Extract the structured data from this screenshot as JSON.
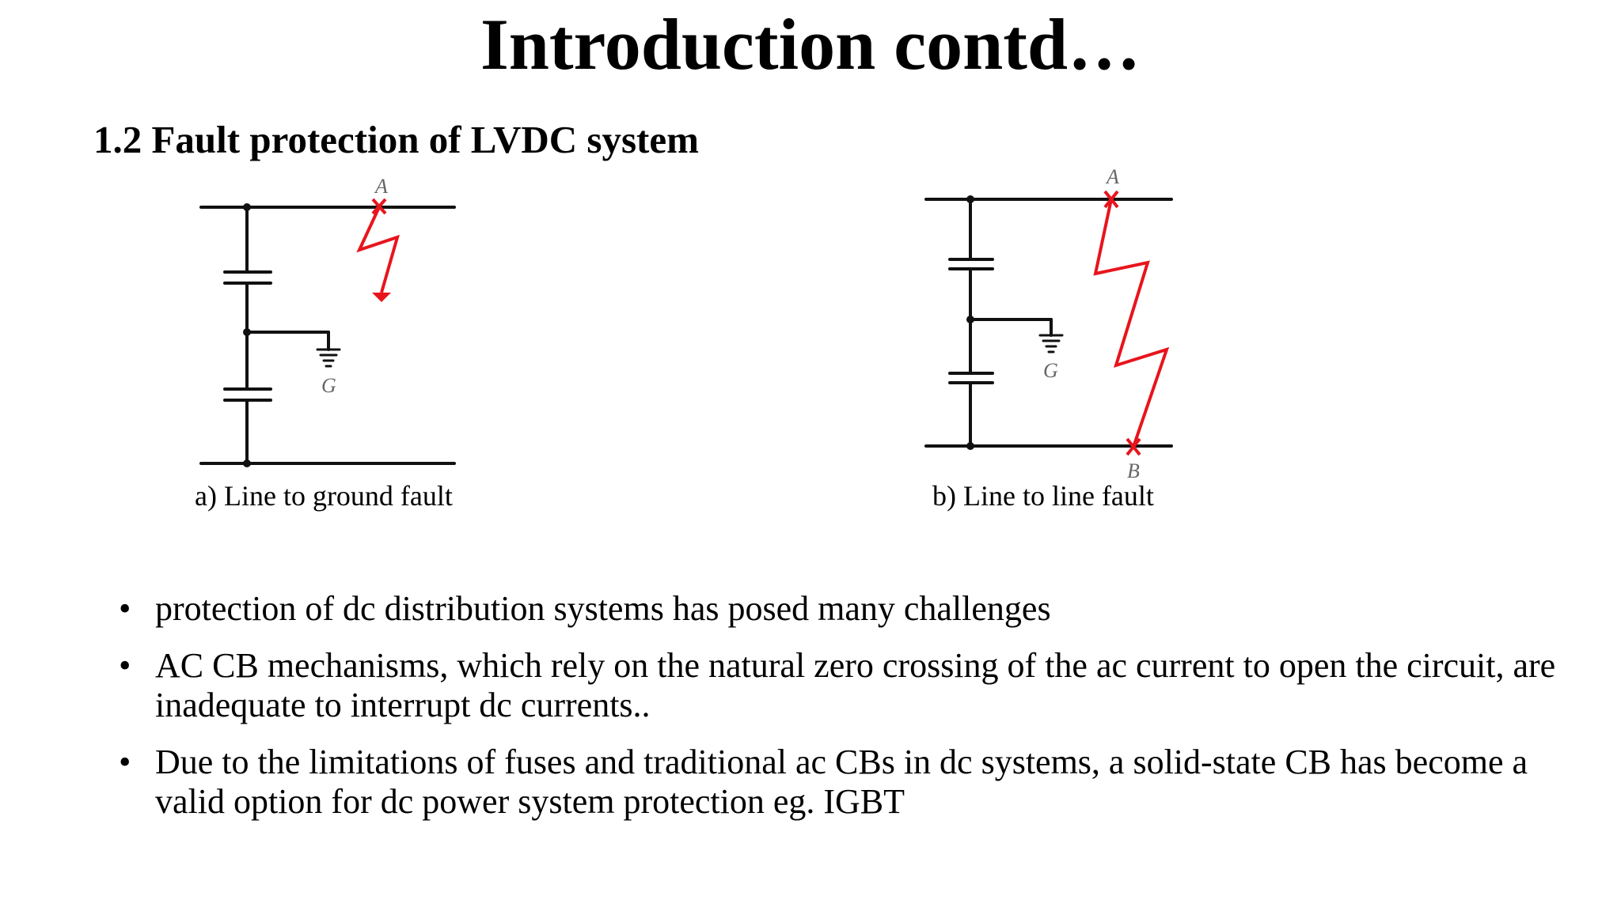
{
  "slide": {
    "title": "Introduction contd…",
    "section_heading": "1.2 Fault protection of LVDC system"
  },
  "figures": {
    "a": {
      "caption": "a) Line to ground fault",
      "labels": {
        "fault_point": "A",
        "ground": "G"
      }
    },
    "b": {
      "caption": "b) Line to line fault",
      "labels": {
        "fault_point_top": "A",
        "fault_point_bottom": "B",
        "ground": "G"
      }
    },
    "colors": {
      "wire": "#111111",
      "fault": "#e8141c",
      "label": "#666666"
    }
  },
  "bullets": [
    "protection of dc distribution systems has posed many challenges",
    "AC CB mechanisms, which rely on the natural zero crossing of the ac current to open the circuit, are inadequate to interrupt dc currents..",
    "Due to the limitations of fuses and traditional ac CBs in dc systems, a solid-state CB has become a valid option for dc power system protection eg. IGBT"
  ],
  "bullet_symbol": "•"
}
